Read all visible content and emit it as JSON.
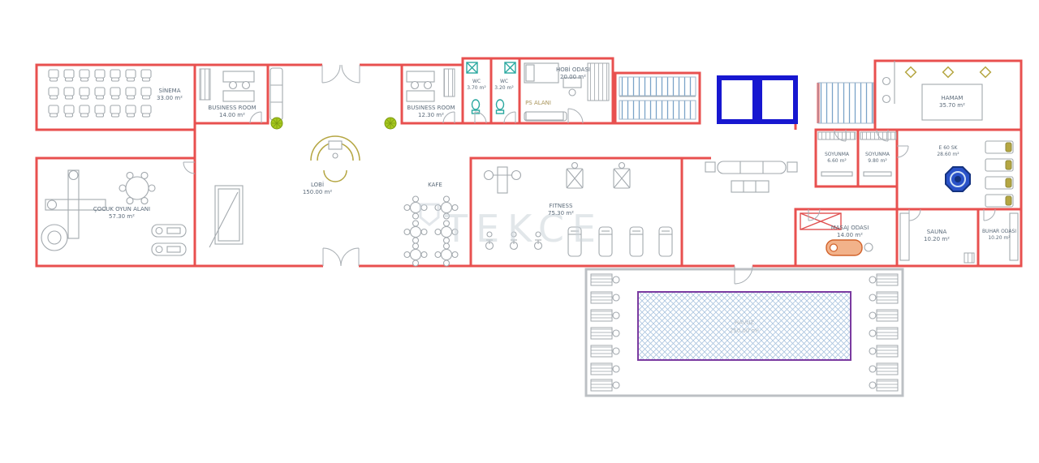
{
  "plan": {
    "watermark": "TEKCE",
    "colors": {
      "wall": "#e8504f",
      "furniture": "#a3a9ae",
      "elevator": "#1717d0",
      "stairs": "#9fb6ca",
      "fixture_teal": "#2aa8a0",
      "accent_olive": "#b5a642",
      "plant_green": "#a6c81e",
      "jacuzzi_blue": "#2a52c8",
      "massage_orange": "#f2b28a",
      "pool_border_purple": "#7a3aa0",
      "pool_hatch_blue": "#aac4df",
      "terrace_gray": "#bcc0c4"
    },
    "rooms": {
      "sinema": {
        "name": "SİNEMA",
        "area": "33.00 m²"
      },
      "business1": {
        "name": "BUSINESS ROOM",
        "area": "14.00 m²"
      },
      "business2": {
        "name": "BUSINESS ROOM",
        "area": "12.30 m²"
      },
      "wc1": {
        "name": "WC",
        "area": "3.70 m²"
      },
      "wc2": {
        "name": "WC",
        "area": "3.20 m²"
      },
      "hobi": {
        "name": "HOBİ ODASI",
        "area": "20.00 m²"
      },
      "ps": {
        "name": "PS ALANI"
      },
      "hamam": {
        "name": "HAMAM",
        "area": "35.70 m²"
      },
      "cocuk": {
        "name": "ÇOCUK OYUN ALANI",
        "area": "57.30 m²"
      },
      "lobi": {
        "name": "LOBİ",
        "area": "150.00 m²"
      },
      "kafe": {
        "name": "KAFE"
      },
      "fitness": {
        "name": "FITNESS",
        "area": "75.30 m²"
      },
      "soyunma1": {
        "name": "SOYUNMA",
        "area": "6.60 m²"
      },
      "soyunma2": {
        "name": "SOYUNMA",
        "area": "9.80 m²"
      },
      "jakuzi": {
        "name": "E 60 SK",
        "area": "28.60 m²"
      },
      "masaj": {
        "name": "MASAJ ODASI",
        "area": "14.00 m²"
      },
      "sauna": {
        "name": "SAUNA",
        "area": "10.20 m²"
      },
      "buhar": {
        "name": "BUHAR ODASI",
        "area": "10.20 m²"
      },
      "havuz": {
        "name": "HAVUZ",
        "area": "250.00 m²"
      }
    }
  }
}
